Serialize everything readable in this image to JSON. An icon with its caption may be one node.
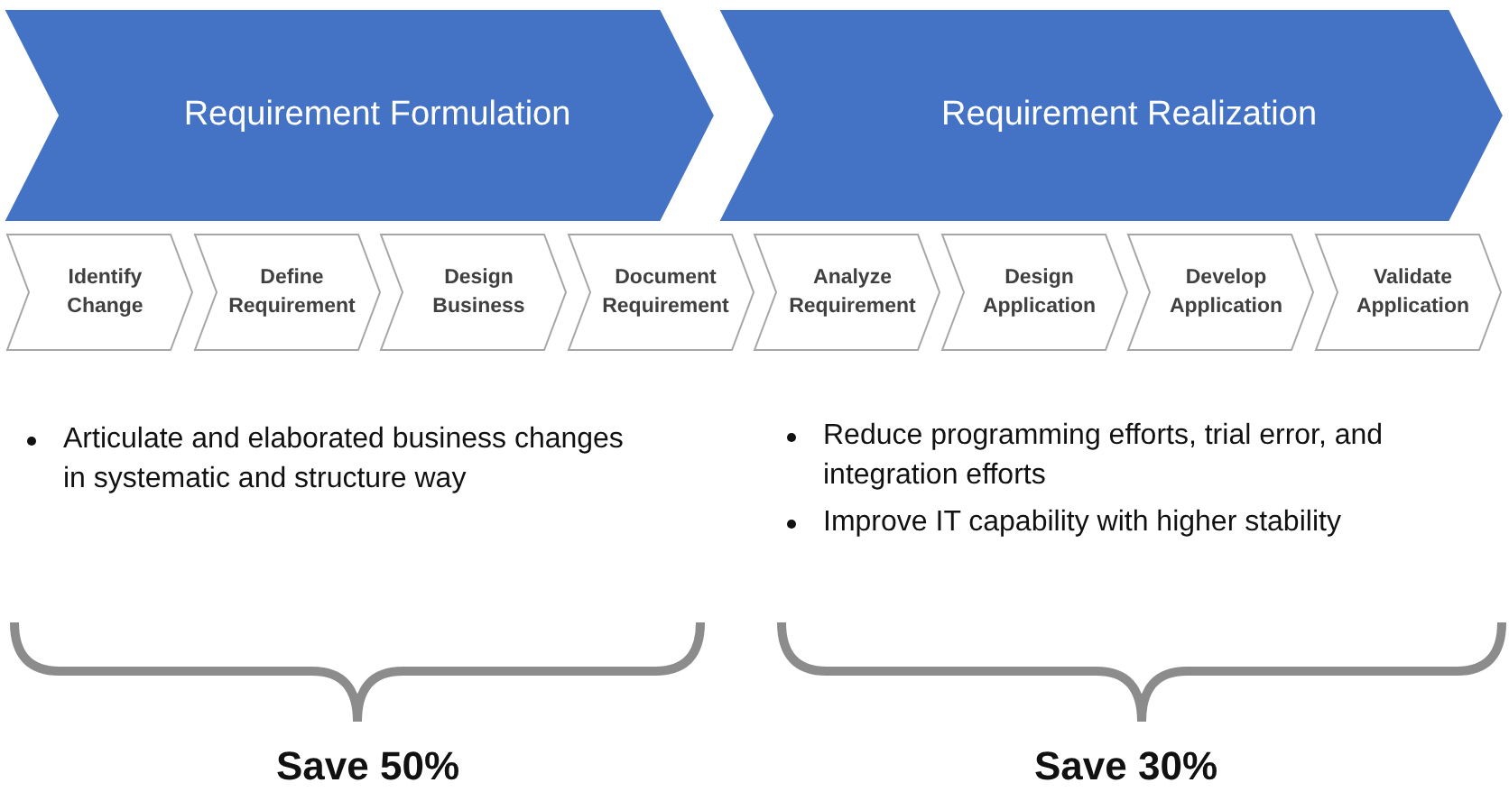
{
  "diagram": {
    "nodes": [
      {
        "text": [
          "Requirement Formulation"
        ]
      },
      {
        "text": [
          "Requirement Realization"
        ]
      },
      {
        "text": [
          "Identify Change"
        ]
      },
      {
        "text": [
          "Define Requirement"
        ]
      },
      {
        "text": [
          "Design Business"
        ]
      },
      {
        "text": [
          "Document Requirement"
        ]
      },
      {
        "text": [
          "Analyze Requirement"
        ]
      },
      {
        "text": [
          "Design Application"
        ]
      },
      {
        "text": [
          "Develop Application"
        ]
      },
      {
        "text": [
          "Validate Application"
        ]
      }
    ],
    "labels": [
      "Articulate and elaborated business changes in systematic and structure way",
      "Reduce programming efforts, trial error, and integration efforts",
      "Improve IT capability with higher stability",
      "Save 50%",
      "Save 30%"
    ]
  }
}
